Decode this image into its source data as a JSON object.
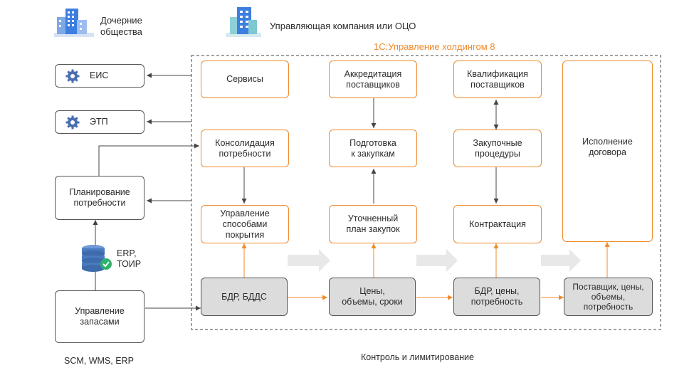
{
  "header": {
    "subsidiaries": "Дочерние\nобщества",
    "management": "Управляющая компания или ОЦО",
    "system": "1С:Управление холдингом 8"
  },
  "left": {
    "eis": "ЕИС",
    "etp": "ЭТП",
    "planning": "Планирование\nпотребности",
    "erp": "ERP,\nТОИР",
    "inventory": "Управление\nзапасами",
    "scm": "SCM, WMS, ERP"
  },
  "flow": {
    "services": "Сервисы",
    "consolidation": "Консолидация\nпотребности",
    "coverage": "Управление\nспособами\nпокрытия",
    "bdr_bdds": "БДР, БДДС",
    "accreditation": "Аккредитация\nпоставщиков",
    "preparation": "Подготовка\nк закупкам",
    "refined_plan": "Уточненный\nплан закупок",
    "prices": "Цены,\nобъемы, сроки",
    "qualification": "Квалификация\nпоставщиков",
    "procedures": "Закупочные\nпроцедуры",
    "contracting": "Контрактация",
    "bdr_need": "БДР, цены,\nпотребность",
    "execution": "Исполнение\nдоговора",
    "supplier": "Поставщик, цены,\nобъемы,\nпотребность"
  },
  "footer": {
    "control": "Контроль и лимитирование"
  },
  "colors": {
    "accent": "#f08a2c",
    "gray_fill": "#dcdcdc",
    "building_blue": "#3d7fe0",
    "db_blue": "#4a7bbf",
    "check_green": "#2fb36b"
  }
}
